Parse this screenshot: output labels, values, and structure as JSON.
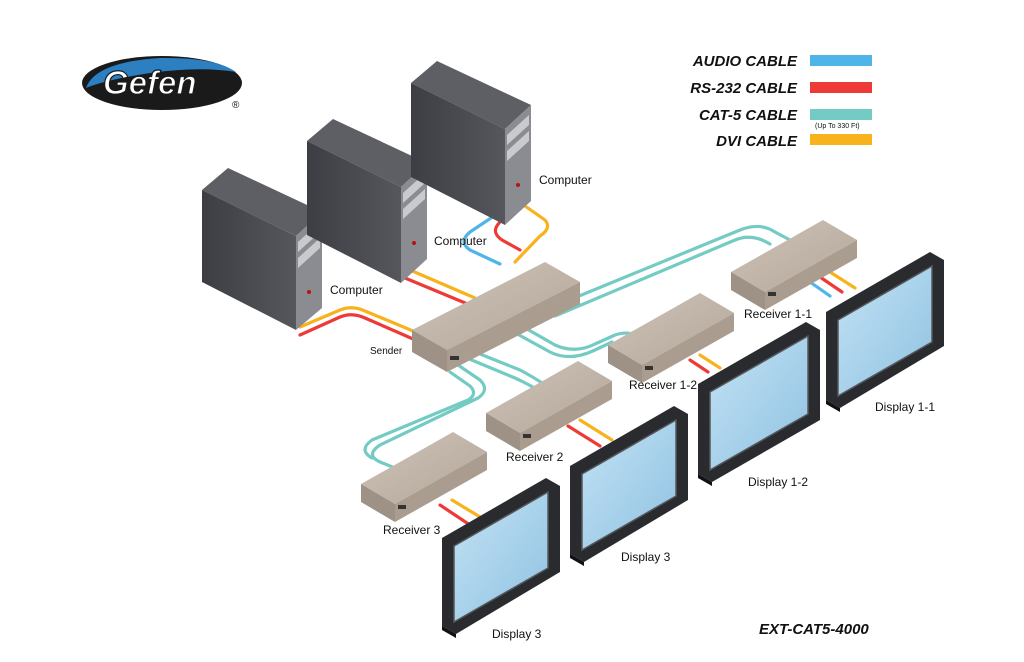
{
  "logo": {
    "brand": "Gefen",
    "registered": "®"
  },
  "legend": {
    "items": [
      {
        "label": "AUDIO CABLE",
        "color": "#4fb5e8"
      },
      {
        "label": "RS-232 CABLE",
        "color": "#ee3a37"
      },
      {
        "label": "CAT-5 CABLE",
        "color": "#74cbc4",
        "note": "(Up To 330 Ft)"
      },
      {
        "label": "DVI CABLE",
        "color": "#f7b21c"
      }
    ]
  },
  "computers": [
    {
      "label": "Computer"
    },
    {
      "label": "Computer"
    },
    {
      "label": "Computer"
    }
  ],
  "sender": {
    "label": "Sender"
  },
  "receivers": [
    {
      "label": "Receiver 1-1"
    },
    {
      "label": "Receiver 1-2"
    },
    {
      "label": "Receiver 2"
    },
    {
      "label": "Receiver 3"
    }
  ],
  "displays": [
    {
      "label": "Display 1-1"
    },
    {
      "label": "Display 1-2"
    },
    {
      "label": "Display 3"
    },
    {
      "label": "Display 3"
    }
  ],
  "model": "EXT-CAT5-4000",
  "colors": {
    "audio": "#4fb5e8",
    "rs232": "#ee3a37",
    "cat5": "#74cbc4",
    "dvi": "#f7b21c",
    "tower": "#4a4c52",
    "box": "#b9aca0",
    "screen": "#a9d2ea",
    "logo_blue": "#2c7fc1"
  }
}
